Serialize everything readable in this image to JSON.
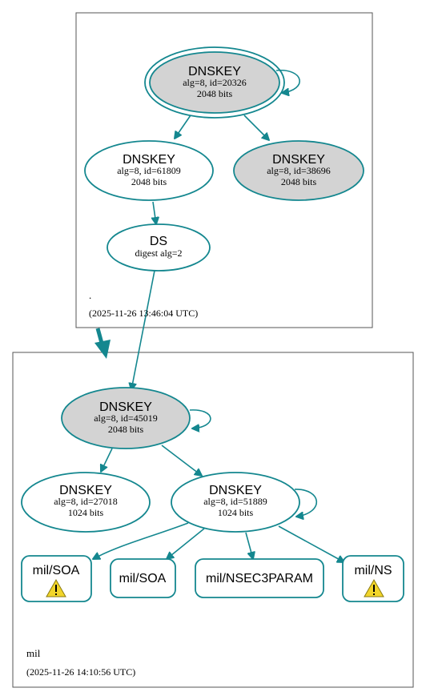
{
  "colors": {
    "accent": "#14878f",
    "gray_fill": "#d3d3d3",
    "warning": "#f2d52b"
  },
  "root_zone": {
    "name": ".",
    "timestamp": "(2025-11-26 13:46:04 UTC)",
    "ksk": {
      "type": "DNSKEY",
      "detail": "alg=8, id=20326",
      "size": "2048 bits"
    },
    "zsk1": {
      "type": "DNSKEY",
      "detail": "alg=8, id=61809",
      "size": "2048 bits"
    },
    "zsk2": {
      "type": "DNSKEY",
      "detail": "alg=8, id=38696",
      "size": "2048 bits"
    },
    "ds": {
      "type": "DS",
      "detail": "digest alg=2"
    }
  },
  "mil_zone": {
    "name": "mil",
    "timestamp": "(2025-11-26 14:10:56 UTC)",
    "ksk": {
      "type": "DNSKEY",
      "detail": "alg=8, id=45019",
      "size": "2048 bits"
    },
    "key_a": {
      "type": "DNSKEY",
      "detail": "alg=8, id=27018",
      "size": "1024 bits"
    },
    "key_b": {
      "type": "DNSKEY",
      "detail": "alg=8, id=51889",
      "size": "1024 bits"
    },
    "records": [
      {
        "label": "mil/SOA",
        "warning": true,
        "warning_icon": "warning-triangle-icon"
      },
      {
        "label": "mil/SOA",
        "warning": false
      },
      {
        "label": "mil/NSEC3PARAM",
        "warning": false
      },
      {
        "label": "mil/NS",
        "warning": true,
        "warning_icon": "warning-triangle-icon"
      }
    ]
  }
}
